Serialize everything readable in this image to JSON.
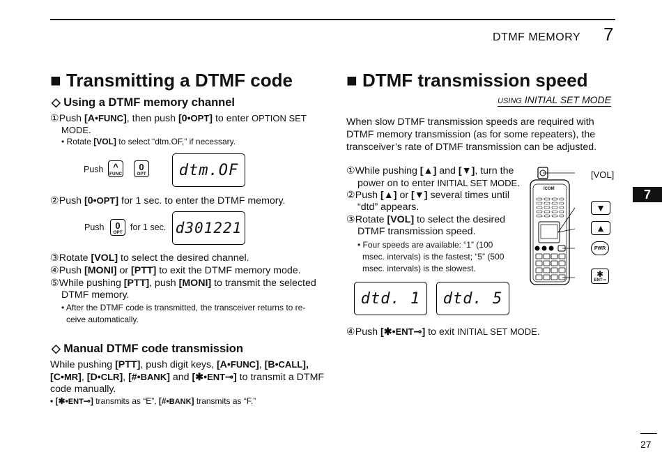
{
  "header": {
    "title": "DTMF MEMORY",
    "chapter": "7"
  },
  "tab": {
    "label": "7"
  },
  "page_number": "27",
  "left": {
    "title": "Transmitting a DTMF code",
    "sub1": {
      "title": "Using a DTMF memory channel",
      "step1": {
        "n": "①",
        "a": "Push ",
        "k1": "[A•",
        "k1s": "FUNC",
        "k1e": "]",
        "b": ", then push ",
        "k2": "[0•",
        "k2s": "OPT",
        "k2e": "]",
        "c": " to enter ",
        "sc1": "OPTION SET",
        "sc2": "MODE",
        "d": "."
      },
      "note1": {
        "a": "• Rotate ",
        "k": "[VOL]",
        "b": " to select “dtm.OF,” if necessary."
      },
      "fig1": {
        "push": "Push",
        "key1": "^",
        "key1s": "FUNC",
        "key2": "0",
        "key2s": "OPT",
        "lcd": "dtm.OF"
      },
      "step2": {
        "n": "②",
        "a": "Push ",
        "k": "[0•",
        "ks": "OPT",
        "ke": "]",
        "b": " for 1 sec. to enter the DTMF memory."
      },
      "fig2": {
        "push": "Push",
        "key": "0",
        "keys": "OPT",
        "for": "for 1 sec.",
        "lcd": "d301221"
      },
      "step3": {
        "n": "③",
        "a": "Rotate ",
        "k": "[VOL]",
        "b": " to select the desired channel."
      },
      "step4": {
        "n": "④",
        "a": "Push ",
        "k1": "[MONI]",
        "b": " or ",
        "k2": "[PTT]",
        "c": " to exit the DTMF memory mode."
      },
      "step5": {
        "n": "⑤",
        "a": "While pushing ",
        "k1": "[PTT]",
        "b": ", push ",
        "k2": "[MONI]",
        "c": " to transmit the selected",
        "line2": "DTMF memory."
      },
      "note2": {
        "l1": "• After the DTMF code is transmitted, the transceiver returns to re-",
        "l2": "ceive automatically."
      }
    },
    "sub2": {
      "title": "Manual DTMF code transmission",
      "l1": {
        "a": "While pushing ",
        "k1": "[PTT]",
        "b": ", push digit keys, ",
        "k2": "[A•",
        "k2s": "FUNC",
        "k2e": "]",
        ",": ", ",
        "k3": "[B•",
        "k3s": "CALL",
        "k3e": "],"
      },
      "l2": {
        "k1": "[C•",
        "k1s": "MR",
        "k1e": "]",
        "a": ", ",
        "k2": "[D•",
        "k2s": "CLR",
        "k2e": "]",
        "b": ", ",
        "k3": "[#•",
        "k3s": "BANK",
        "k3e": "]",
        "c": " and ",
        "k4": "[✱•",
        "k4s": "ENT",
        "k4e": "⊸]",
        "d": " to transmit a DTMF"
      },
      "l3": "code manually.",
      "note": {
        "k1": "• [✱•",
        "k1s": "ENT",
        "k1e": "⊸]",
        "a": " transmits as “E”, ",
        "k2": "[#•",
        "k2s": "BANK",
        "k2e": "]",
        "b": " transmits as “F.”"
      }
    }
  },
  "right": {
    "title": "DTMF transmission speed",
    "using": {
      "a": "USING",
      "b": " INITIAL SET MODE"
    },
    "intro": [
      "When slow DTMF transmission speeds are required with",
      "DTMF memory transmission (as for some repeaters), the",
      "transceiver’s rate of DTMF transmission can be adjusted."
    ],
    "step1": {
      "n": "①",
      "a": "While pushing ",
      "k1": "[▲]",
      "b": " and ",
      "k2": "[▼]",
      "c": ", turn the",
      "l2a": "power on to enter ",
      "l2sc": "INITIAL SET MODE",
      "l2b": "."
    },
    "step2": {
      "n": "②",
      "a": "Push ",
      "k1": "[▲]",
      "b": " or ",
      "k2": "[▼]",
      "c": " several times until",
      "l2": "“dtd” appears."
    },
    "step3": {
      "n": "③",
      "a": "Rotate ",
      "k": "[VOL]",
      "b": " to select the desired",
      "l2": "DTMF transmission speed."
    },
    "note": [
      "• Four speeds are available: “1” (100",
      "msec. intervals) is the fastest; “5” (500",
      "msec. intervals) is the slowest."
    ],
    "fig": {
      "vol": "[VOL]",
      "down": "▼",
      "up": "▲",
      "pwr": "PWR",
      "ent_sym": "✱",
      "ent": "ENT⊸",
      "brand": "ICOM"
    },
    "lcd1": "dtd. 1",
    "lcd2": "dtd. 5",
    "step4": {
      "n": "④",
      "a": "Push ",
      "k": "[✱•",
      "ks": "ENT",
      "ke": "⊸]",
      "b": " to exit ",
      "sc": "INITIAL SET MODE",
      "c": "."
    }
  }
}
